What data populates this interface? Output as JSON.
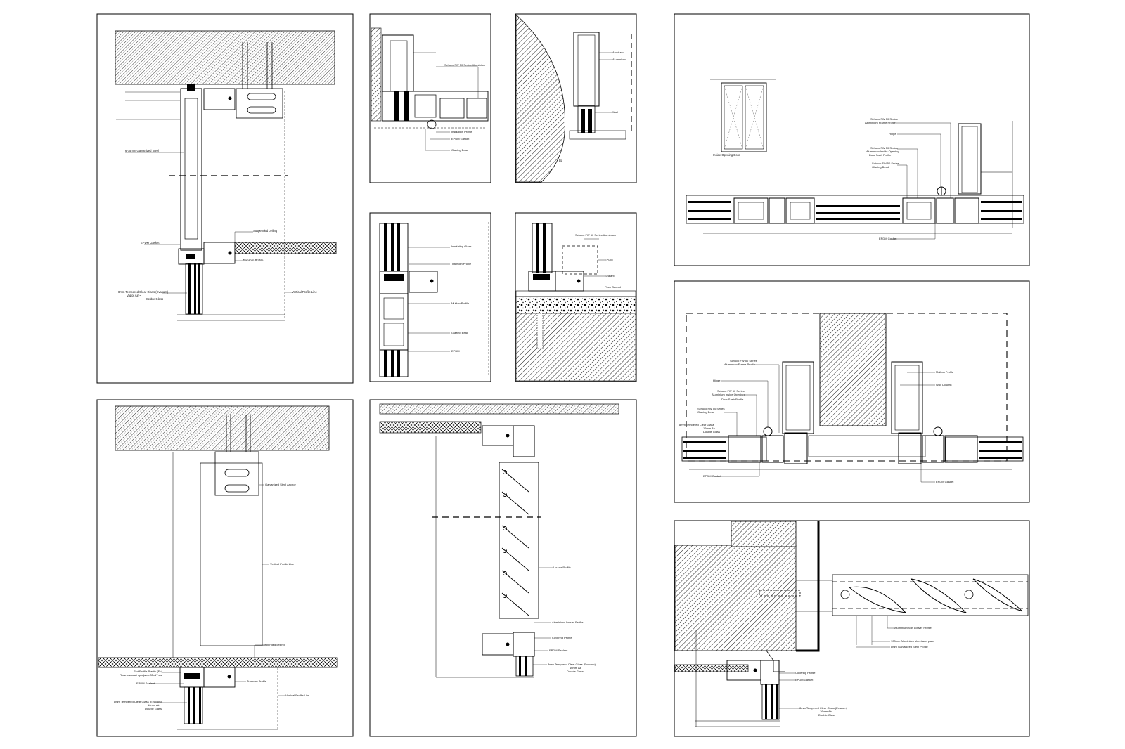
{
  "sheet": {
    "ink": "#000000",
    "paper": "#ffffff"
  },
  "p1": {
    "suspended_ceiling": "Suspended ceiling",
    "epdm_gasket": "EPDM Gasket",
    "glass": "8mm Tempered Clear Glass (Evacom)",
    "glass2": "Vapor Air ~",
    "glass3": "Double Glass",
    "vertical_line": "Vertical Profile Line",
    "galv_steel": "6-75mm Galvanized Steel",
    "transom": "Transom Profile"
  },
  "p2": {
    "a": "Schuco FW 50 Series Aluminium",
    "b": "Insulation Profile",
    "c": "EPDM Gasket",
    "d": "Glazing Bead"
  },
  "p3": {
    "a": "Anodized",
    "b": "Aluminium",
    "c": "Wall",
    "d": "Bg"
  },
  "p4": {
    "a": "Insulating Glass",
    "b": "Transom Profile",
    "c": "Mullion Profile",
    "d": "Glazing Bead",
    "e": "EPDM"
  },
  "p5": {
    "a": "Schuco FW 50 Series Aluminium",
    "b": "EPDM",
    "c": "Sealant",
    "d": "Floor Screed"
  },
  "p6": {
    "inside_door": "Inside Opening Door",
    "l1a": "Schuco FW 50 Series",
    "l1b": "Aluminium Frame Profile",
    "l2": "Hinge",
    "l3a": "Schuco FW 50 Series",
    "l3b": "Aluminium Inside Opening",
    "l3c": "Door Sash Profile",
    "l4a": "Schuco FW 50 Series",
    "l4b": "Glazing Bead",
    "l5": "EPDM Gasket"
  },
  "p7": {
    "l1a": "Schuco FW 50 Series",
    "l1b": "Aluminium Frame Profile",
    "l2": "Hinge",
    "l3a": "Schuco FW 50 Series",
    "l3b": "Aluminium Inside Opening",
    "l4": "Door Sash Profile",
    "l5a": "Schuco FW 50 Series",
    "l5b": "Glazing Bead",
    "l6a": "8mm Tempered Clear Glass",
    "l6b": "16mm Air",
    "l6c": "Double Glass",
    "l7": "EPDM Gasket",
    "r1": "Mullion Profile",
    "r2": "Wall Column",
    "r3": "EPDM Gasket"
  },
  "p8": {
    "l1": "Suspended ceiling",
    "l2a": "Slot Profile Plastic (En)",
    "l2b": "Пластиковый профиль 35x17 мм",
    "l3": "EPDM Sealant",
    "l4a": "8mm Tempered Clear Glass (Evacom)",
    "l4b": "16mm Air",
    "l4c": "Double Glass",
    "r1": "Galvanized Steel Anchor",
    "r2": "Vertical Profile Line",
    "r3": "Transom Profile",
    "r4": "Vertical Profile Line"
  },
  "p9": {
    "r1": "Louver Profile",
    "r2": "Aluminium Louver Profile",
    "r3": "Covering Profile",
    "r4": "EPDM Sealant",
    "r5a": "8mm Tempered Clear Glass (Evacom)",
    "r5b": "16mm Air",
    "r5c": "Double Glass"
  },
  "p10": {
    "l1": "Aluminium Sun Louver Profile",
    "l2": "100mm Aluminium sheet and plate",
    "l3": "8mm Galvanized Steel Profile",
    "l4": "Covering Profile",
    "l5": "EPDM Gasket",
    "l6a": "8mm Tempered Clear Glass (Evacom)",
    "l6b": "16mm Air",
    "l6c": "Double Glass"
  }
}
